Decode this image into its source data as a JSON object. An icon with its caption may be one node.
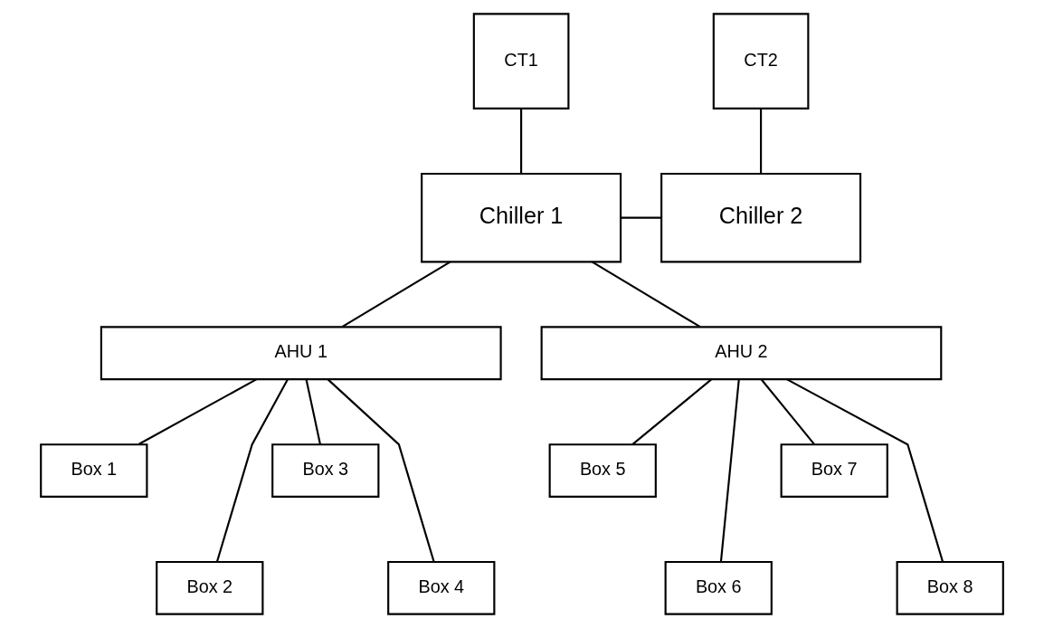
{
  "diagram": {
    "nodes": [
      {
        "text": [
          "CT1"
        ]
      },
      {
        "text": [
          "CT2"
        ]
      },
      {
        "text": [
          "Chiller 1"
        ]
      },
      {
        "text": [
          "Chiller 2"
        ]
      },
      {
        "text": [
          "AHU 1"
        ]
      },
      {
        "text": [
          "AHU 2"
        ]
      },
      {
        "text": [
          "Box 1"
        ]
      },
      {
        "text": [
          "Box 2"
        ]
      },
      {
        "text": [
          "Box 3"
        ]
      },
      {
        "text": [
          "Box 4"
        ]
      },
      {
        "text": [
          "Box 5"
        ]
      },
      {
        "text": [
          "Box 6"
        ]
      },
      {
        "text": [
          "Box 7"
        ]
      },
      {
        "text": [
          "Box 8"
        ]
      }
    ],
    "edges": [
      {
        "from": 0,
        "to": 2,
        "arrow": "none"
      },
      {
        "from": 1,
        "to": 3,
        "arrow": "none"
      },
      {
        "from": 2,
        "to": 3,
        "arrow": "none"
      },
      {
        "from": 2,
        "to": 4,
        "arrow": "none"
      },
      {
        "from": 2,
        "to": 5,
        "arrow": "none"
      },
      {
        "from": 4,
        "to": 6,
        "arrow": "none"
      },
      {
        "from": 4,
        "to": 7,
        "arrow": "none"
      },
      {
        "from": 4,
        "to": 8,
        "arrow": "none"
      },
      {
        "from": 4,
        "to": 9,
        "arrow": "none"
      },
      {
        "from": 5,
        "to": 10,
        "arrow": "none"
      },
      {
        "from": 5,
        "to": 11,
        "arrow": "none"
      },
      {
        "from": 5,
        "to": 12,
        "arrow": "none"
      },
      {
        "from": 5,
        "to": 13,
        "arrow": "none"
      }
    ]
  }
}
